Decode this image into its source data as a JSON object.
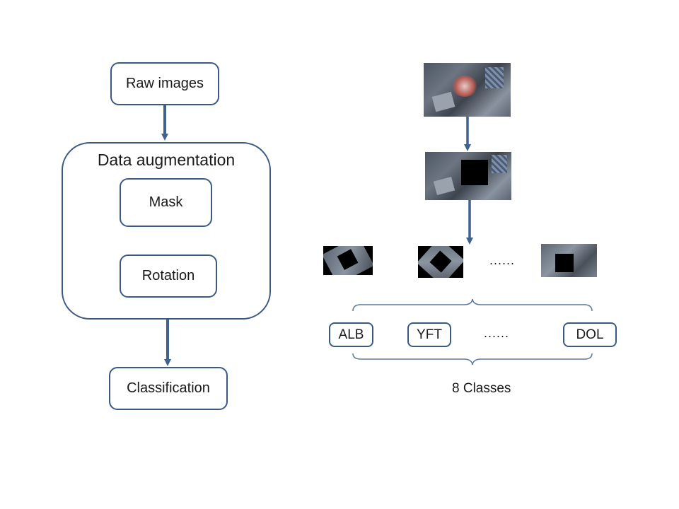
{
  "flow": {
    "raw_images": "Raw images",
    "data_augmentation": "Data augmentation",
    "mask": "Mask",
    "rotation": "Rotation",
    "classification": "Classification"
  },
  "right": {
    "thumb_ellipsis": "......",
    "classes": {
      "first": "ALB",
      "second": "YFT",
      "ellipsis": "......",
      "last": "DOL"
    },
    "classes_caption": "8 Classes"
  },
  "colors": {
    "box_border": "#3a5a84",
    "arrow": "#41618f",
    "brace": "#5a78a3"
  }
}
